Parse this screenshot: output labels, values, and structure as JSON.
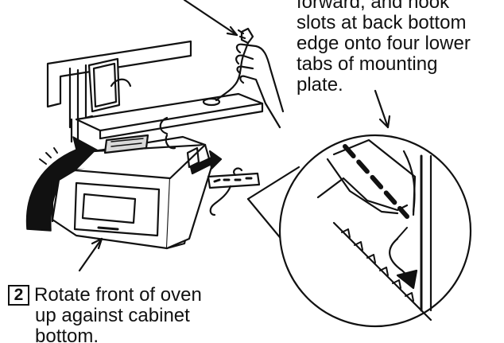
{
  "callouts": {
    "top_right_lines": [
      "forward, and hook",
      "slots at back bottom",
      "edge onto four lower",
      "tabs of mounting",
      "plate."
    ],
    "step": {
      "number": "2",
      "lines": [
        "Rotate front of oven",
        "up against cabinet",
        "bottom."
      ]
    }
  },
  "icons": [
    "hand-holding-plug-icon",
    "curved-rotate-arrow-icon",
    "cord-grommet-icon"
  ],
  "colors": {
    "ink": "#111111",
    "background": "#ffffff",
    "fill_gray": "#d9d9d9"
  }
}
